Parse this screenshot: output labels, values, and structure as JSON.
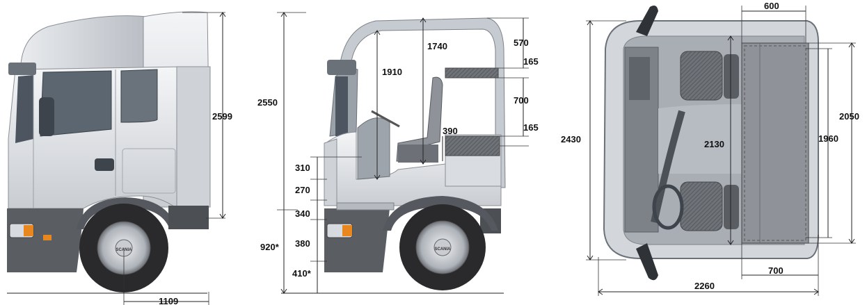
{
  "front_view": {
    "height_2599": "2599",
    "overhang_1109": "1109"
  },
  "side_view": {
    "overall_height_2550": "2550",
    "interior_height_1910": "1910",
    "interior_height_1740": "1740",
    "top_gap_570": "570",
    "bunk_thickness_upper_165": "165",
    "bunk_spacing_700": "700",
    "bunk_thickness_lower_165": "165",
    "seat_to_bunk_390": "390",
    "step_310": "310",
    "step_270": "270",
    "step_340": "340",
    "step_380": "380",
    "ground_step_410": "410*",
    "floor_height_920": "920*"
  },
  "top_view": {
    "outer_width_2430": "2430",
    "interior_width_2130": "2130",
    "bunk_length_2050": "2050",
    "bunk_length_1960": "1960",
    "bunk_depth_top_600": "600",
    "bunk_depth_bottom_700": "700",
    "overall_length_2260": "2260",
    "wheel_brand_text": "SCANIA"
  },
  "colors": {
    "cab_body": "#dfe2e6",
    "cab_shadow": "#a9aeb5",
    "window": "#5c6670",
    "bumper": "#5a5d62",
    "wheel": "#2a2a2c",
    "indicator": "#e8871e",
    "seat": "#7a7d82",
    "bunk": "#8f9399"
  }
}
